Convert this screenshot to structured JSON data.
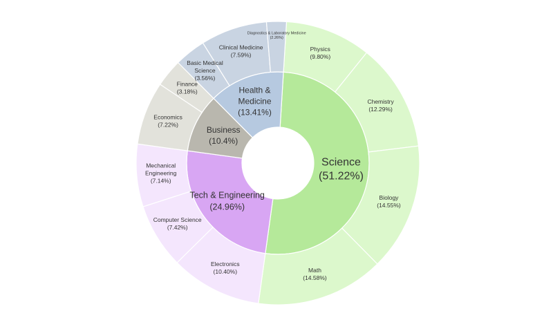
{
  "chart_data": {
    "type": "sunburst",
    "groups": [
      {
        "name": "Science",
        "percent_label": "(51.22%)",
        "value": 51.22,
        "color": "#b5e99a",
        "child_color": "#dcf8cc",
        "children": [
          {
            "name": "Physics",
            "percent_label": "(9.80%)",
            "value": 9.8
          },
          {
            "name": "Chemistry",
            "percent_label": "(12.29%)",
            "value": 12.29
          },
          {
            "name": "Biology",
            "percent_label": "(14.55%)",
            "value": 14.55
          },
          {
            "name": "Math",
            "percent_label": "(14.58%)",
            "value": 14.58
          }
        ]
      },
      {
        "name": "Tech & Engineering",
        "percent_label": "(24.96%)",
        "value": 24.96,
        "color": "#d8a6f3",
        "child_color": "#f4e6fd",
        "children": [
          {
            "name": "Electronics",
            "percent_label": "(10.40%)",
            "value": 10.4
          },
          {
            "name": "Computer Science",
            "percent_label": "(7.42%)",
            "value": 7.42
          },
          {
            "name": "Mechanical Engineering",
            "percent_label": "(7.14%)",
            "value": 7.14
          }
        ]
      },
      {
        "name": "Business",
        "percent_label": "(10.4%)",
        "value": 10.4,
        "color": "#b9b7ae",
        "child_color": "#e2e2db",
        "children": [
          {
            "name": "Economics",
            "percent_label": "(7.22%)",
            "value": 7.22
          },
          {
            "name": "Finance",
            "percent_label": "(3.18%)",
            "value": 3.18
          }
        ]
      },
      {
        "name": "Health & Medicine",
        "percent_label": "(13.41%)",
        "value": 13.41,
        "color": "#b6c9e0",
        "child_color": "#c9d4e2",
        "children": [
          {
            "name": "Basic Medical Science",
            "percent_label": "(3.56%)",
            "value": 3.56
          },
          {
            "name": "Clinical Medicine",
            "percent_label": "(7.59%)",
            "value": 7.59
          },
          {
            "name": "Diagnostics & Laboratory Medicine",
            "percent_label": "(2.26%)",
            "value": 2.26
          }
        ]
      }
    ]
  }
}
